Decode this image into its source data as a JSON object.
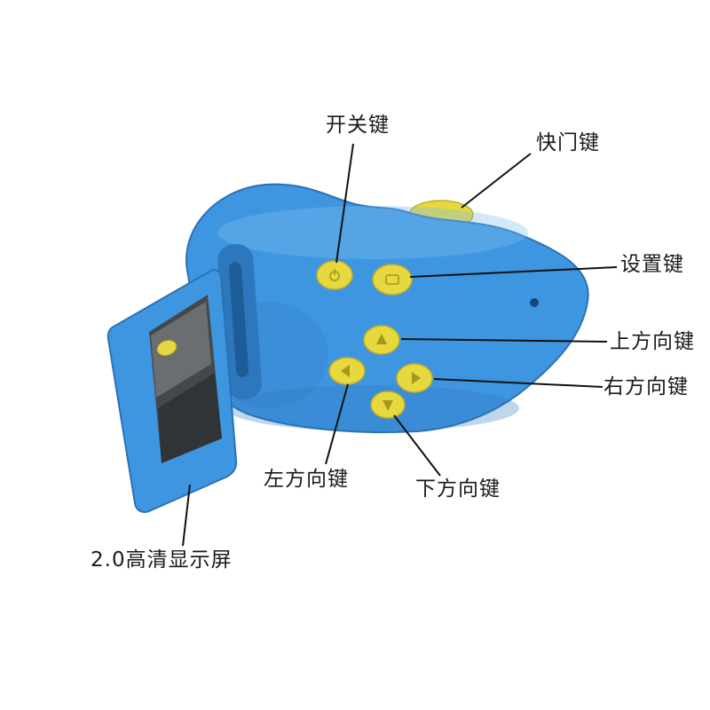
{
  "labels": {
    "power": "开关键",
    "shutter": "快门键",
    "settings": "设置键",
    "up": "上方向键",
    "right": "右方向键",
    "left": "左方向键",
    "down": "下方向键",
    "screen": "2.0高清显示屏"
  },
  "colors": {
    "body_blue": "#3f96e0",
    "body_blue_dark": "#2c77bd",
    "body_blue_deep": "#1e5c97",
    "body_blue_light": "#7cc0f2",
    "button_yellow": "#e6d83e",
    "button_yellow_dark": "#bfae25",
    "button_glyph": "#a8971c",
    "screen_dark": "#45484a",
    "screen_darker": "#2e3133",
    "screen_reflection": "#8a8e90",
    "accent_dot": "#14487c",
    "line_black": "#111111",
    "background": "#ffffff"
  }
}
